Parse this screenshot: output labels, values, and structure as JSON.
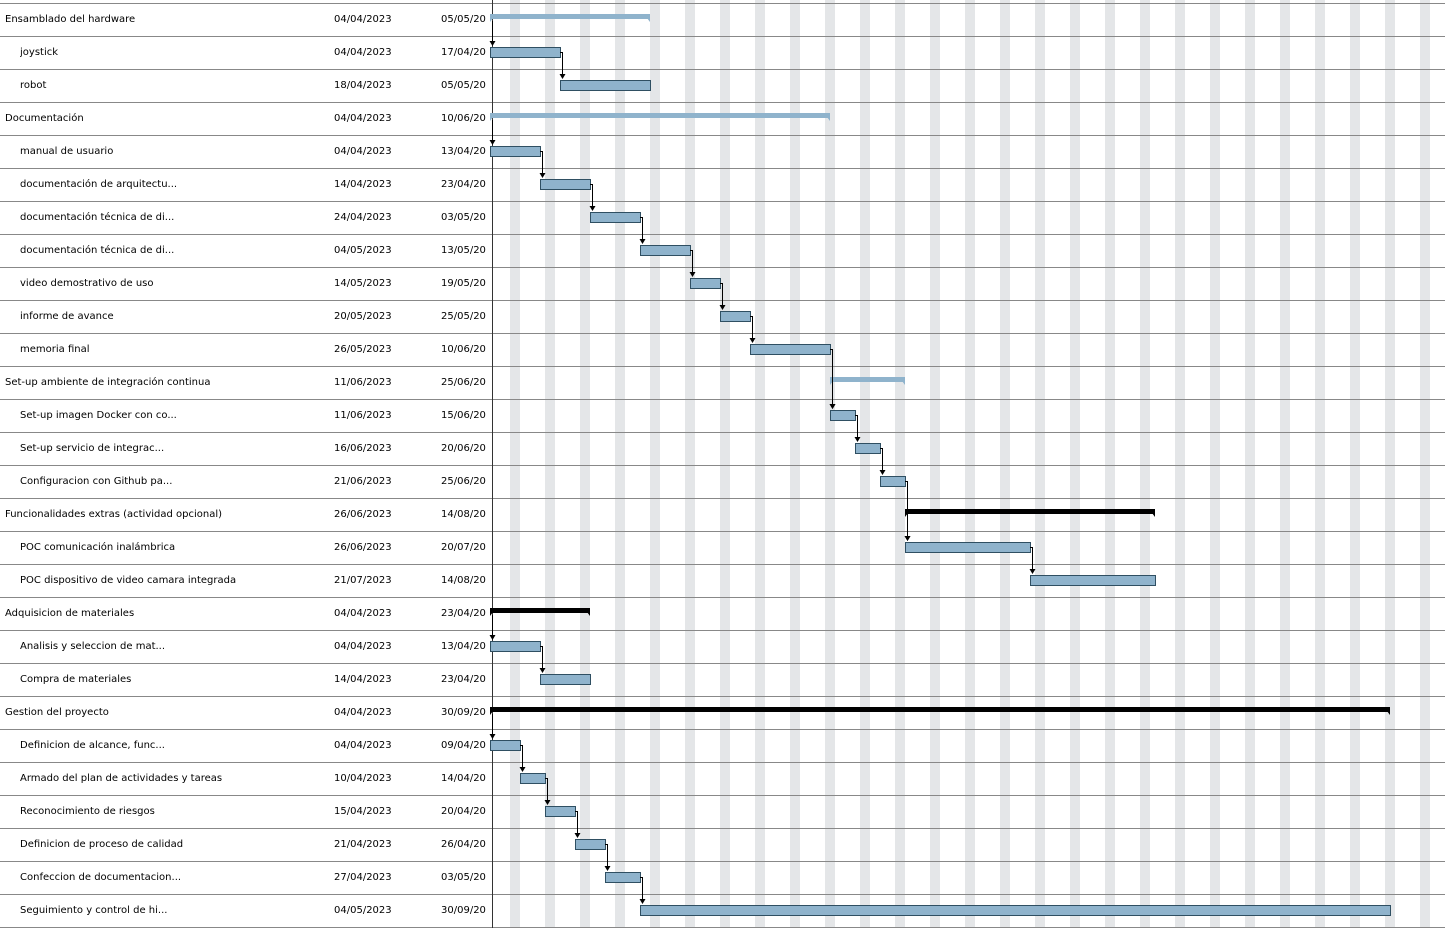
{
  "colors": {
    "task_bar": "#8fb3cc",
    "task_border": "#2f4f62",
    "summary_blue": "#8fb3cc",
    "summary_black": "#000000",
    "weekend_stripe": "#e4e6e8",
    "gridline": "#888888",
    "today_line": "#333333"
  },
  "timeline": {
    "origin_date": "2023-04-04",
    "visible_until": "2023-10-12"
  },
  "rows": [
    {
      "name": "Ensamblado del hardware",
      "start": "04/04/2023",
      "end": "05/05/20",
      "level": 0,
      "kind": "summary",
      "style": "blue",
      "start_iso": "2023-04-04",
      "end_iso": "2023-05-05"
    },
    {
      "name": "joystick",
      "start": "04/04/2023",
      "end": "17/04/20",
      "level": 1,
      "kind": "task",
      "start_iso": "2023-04-04",
      "end_iso": "2023-04-17"
    },
    {
      "name": "robot",
      "start": "18/04/2023",
      "end": "05/05/20",
      "level": 1,
      "kind": "task",
      "start_iso": "2023-04-18",
      "end_iso": "2023-05-05"
    },
    {
      "name": "Documentación",
      "start": "04/04/2023",
      "end": "10/06/20",
      "level": 0,
      "kind": "summary",
      "style": "blue",
      "start_iso": "2023-04-04",
      "end_iso": "2023-06-10"
    },
    {
      "name": "manual de usuario",
      "start": "04/04/2023",
      "end": "13/04/20",
      "level": 1,
      "kind": "task",
      "start_iso": "2023-04-04",
      "end_iso": "2023-04-13"
    },
    {
      "name": "documentación de arquitectu...",
      "start": "14/04/2023",
      "end": "23/04/20",
      "level": 1,
      "kind": "task",
      "start_iso": "2023-04-14",
      "end_iso": "2023-04-23"
    },
    {
      "name": "documentación técnica de di...",
      "start": "24/04/2023",
      "end": "03/05/20",
      "level": 1,
      "kind": "task",
      "start_iso": "2023-04-24",
      "end_iso": "2023-05-03"
    },
    {
      "name": "documentación técnica de di...",
      "start": "04/05/2023",
      "end": "13/05/20",
      "level": 1,
      "kind": "task",
      "start_iso": "2023-05-04",
      "end_iso": "2023-05-13"
    },
    {
      "name": "video demostrativo de uso",
      "start": "14/05/2023",
      "end": "19/05/20",
      "level": 1,
      "kind": "task",
      "start_iso": "2023-05-14",
      "end_iso": "2023-05-19"
    },
    {
      "name": "informe de avance",
      "start": "20/05/2023",
      "end": "25/05/20",
      "level": 1,
      "kind": "task",
      "start_iso": "2023-05-20",
      "end_iso": "2023-05-25"
    },
    {
      "name": "memoria final",
      "start": "26/05/2023",
      "end": "10/06/20",
      "level": 1,
      "kind": "task",
      "start_iso": "2023-05-26",
      "end_iso": "2023-06-10"
    },
    {
      "name": "Set-up ambiente de integración continua",
      "start": "11/06/2023",
      "end": "25/06/20",
      "level": 0,
      "kind": "summary",
      "style": "blue",
      "start_iso": "2023-06-11",
      "end_iso": "2023-06-25"
    },
    {
      "name": "Set-up imagen Docker con co...",
      "start": "11/06/2023",
      "end": "15/06/20",
      "level": 1,
      "kind": "task",
      "start_iso": "2023-06-11",
      "end_iso": "2023-06-15"
    },
    {
      "name": "Set-up servicio de integrac...",
      "start": "16/06/2023",
      "end": "20/06/20",
      "level": 1,
      "kind": "task",
      "start_iso": "2023-06-16",
      "end_iso": "2023-06-20"
    },
    {
      "name": "Configuracion con Github pa...",
      "start": "21/06/2023",
      "end": "25/06/20",
      "level": 1,
      "kind": "task",
      "start_iso": "2023-06-21",
      "end_iso": "2023-06-25"
    },
    {
      "name": "Funcionalidades extras (actividad opcional)",
      "start": "26/06/2023",
      "end": "14/08/20",
      "level": 0,
      "kind": "summary",
      "style": "black",
      "start_iso": "2023-06-26",
      "end_iso": "2023-08-14"
    },
    {
      "name": "POC comunicación inalámbrica",
      "start": "26/06/2023",
      "end": "20/07/20",
      "level": 1,
      "kind": "task",
      "start_iso": "2023-06-26",
      "end_iso": "2023-07-20"
    },
    {
      "name": "POC dispositivo de video camara integrada",
      "start": "21/07/2023",
      "end": "14/08/20",
      "level": 1,
      "kind": "task",
      "start_iso": "2023-07-21",
      "end_iso": "2023-08-14"
    },
    {
      "name": "Adquisicion de materiales",
      "start": "04/04/2023",
      "end": "23/04/20",
      "level": 0,
      "kind": "summary",
      "style": "black",
      "start_iso": "2023-04-04",
      "end_iso": "2023-04-23"
    },
    {
      "name": "Analisis y seleccion de mat...",
      "start": "04/04/2023",
      "end": "13/04/20",
      "level": 1,
      "kind": "task",
      "start_iso": "2023-04-04",
      "end_iso": "2023-04-13"
    },
    {
      "name": "Compra de materiales",
      "start": "14/04/2023",
      "end": "23/04/20",
      "level": 1,
      "kind": "task",
      "start_iso": "2023-04-14",
      "end_iso": "2023-04-23"
    },
    {
      "name": "Gestion del proyecto",
      "start": "04/04/2023",
      "end": "30/09/20",
      "level": 0,
      "kind": "summary",
      "style": "black",
      "start_iso": "2023-04-04",
      "end_iso": "2023-09-30"
    },
    {
      "name": "Definicion de alcance, func...",
      "start": "04/04/2023",
      "end": "09/04/20",
      "level": 1,
      "kind": "task",
      "start_iso": "2023-04-04",
      "end_iso": "2023-04-09"
    },
    {
      "name": "Armado del plan de actividades y tareas",
      "start": "10/04/2023",
      "end": "14/04/20",
      "level": 1,
      "kind": "task",
      "start_iso": "2023-04-10",
      "end_iso": "2023-04-14"
    },
    {
      "name": "Reconocimiento de riesgos",
      "start": "15/04/2023",
      "end": "20/04/20",
      "level": 1,
      "kind": "task",
      "start_iso": "2023-04-15",
      "end_iso": "2023-04-20"
    },
    {
      "name": "Definicion de proceso de calidad",
      "start": "21/04/2023",
      "end": "26/04/20",
      "level": 1,
      "kind": "task",
      "start_iso": "2023-04-21",
      "end_iso": "2023-04-26"
    },
    {
      "name": "Confeccion de documentacion...",
      "start": "27/04/2023",
      "end": "03/05/20",
      "level": 1,
      "kind": "task",
      "start_iso": "2023-04-27",
      "end_iso": "2023-05-03"
    },
    {
      "name": "Seguimiento y control de hi...",
      "start": "04/05/2023",
      "end": "30/09/20",
      "level": 1,
      "kind": "task",
      "start_iso": "2023-05-04",
      "end_iso": "2023-09-30"
    }
  ],
  "dependencies": [
    [
      1,
      2
    ],
    [
      4,
      5
    ],
    [
      5,
      6
    ],
    [
      6,
      7
    ],
    [
      7,
      8
    ],
    [
      8,
      9
    ],
    [
      9,
      10
    ],
    [
      10,
      12
    ],
    [
      12,
      13
    ],
    [
      13,
      14
    ],
    [
      14,
      16
    ],
    [
      16,
      17
    ],
    [
      19,
      20
    ],
    [
      22,
      23
    ],
    [
      23,
      24
    ],
    [
      24,
      25
    ],
    [
      25,
      26
    ],
    [
      26,
      27
    ]
  ]
}
